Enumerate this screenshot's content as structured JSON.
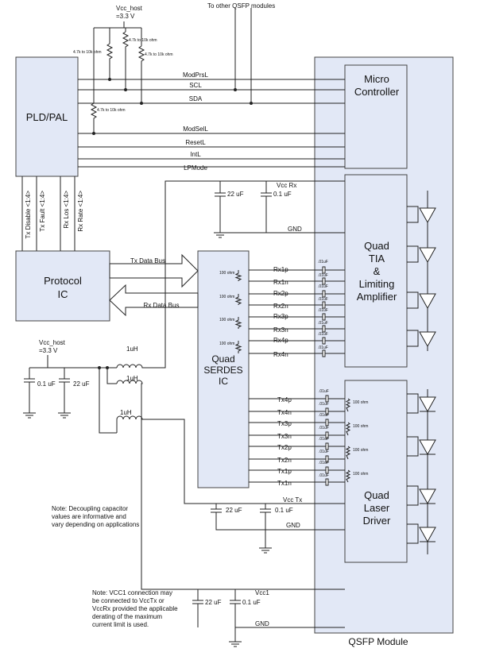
{
  "vcc_host_top": "Vcc_host",
  "vcc_host_top_value": "=3.3 V",
  "other_modules": "To other QSFP modules",
  "pullup_resistor": "4.7k to 10k ohm",
  "pld_pal": "PLD/PAL",
  "protocol_ic_line1": "Protocol",
  "protocol_ic_line2": "IC",
  "micro_line1": "Micro",
  "micro_line2": "Controller",
  "tia_lines": [
    "Quad",
    "TIA",
    "&",
    "Limiting",
    "Amplifier"
  ],
  "serdes_lines": [
    "Quad",
    "SERDES",
    "IC"
  ],
  "laser_lines": [
    "Quad",
    "Laser",
    "Driver"
  ],
  "module_label": "QSFP Module",
  "bus_signals": [
    "ModPrsL",
    "SCL",
    "SDA",
    "ModSelL",
    "ResetL",
    "IntL",
    "LPMode"
  ],
  "vertical_signals": [
    "Tx Disable <1:4>",
    "Tx Fault <1:4>",
    "Rx Los <1:4>",
    "Rx Rate <1:4>"
  ],
  "tx_data_bus": "Tx Data Bus",
  "rx_data_bus": "Rx Data Bus",
  "rx_lines": [
    "Rx1p",
    "Rx1n",
    "Rx2p",
    "Rx2n",
    "Rx3p",
    "Rx3n",
    "Rx4p",
    "Rx4n"
  ],
  "tx_lines": [
    "Tx4p",
    "Tx4n",
    "Tx3p",
    "Tx3n",
    "Tx2p",
    "Tx2n",
    "Tx1p",
    "Tx1n"
  ],
  "termination": "100 ohm",
  "coupling_cap": ".01uF",
  "vcc_rx": "Vcc Rx",
  "vcc_tx": "Vcc Tx",
  "vcc1": "Vcc1",
  "gnd": "GND",
  "cap_22uf": "22 uF",
  "cap_01uf": "0.1 uF",
  "inductor": "1uH",
  "vcc_host_bottom": "Vcc_host",
  "vcc_host_bottom_value": "=3.3 V",
  "note_decoupling": [
    "Note: Decoupling capacitor",
    "values are informative and",
    "vary depending on applications"
  ],
  "note_vcc1": [
    "Note: VCC1 connection may",
    "be connected to VccTx or",
    "VccRx provided the applicable",
    "derating of the maximum",
    "current limit is used."
  ]
}
